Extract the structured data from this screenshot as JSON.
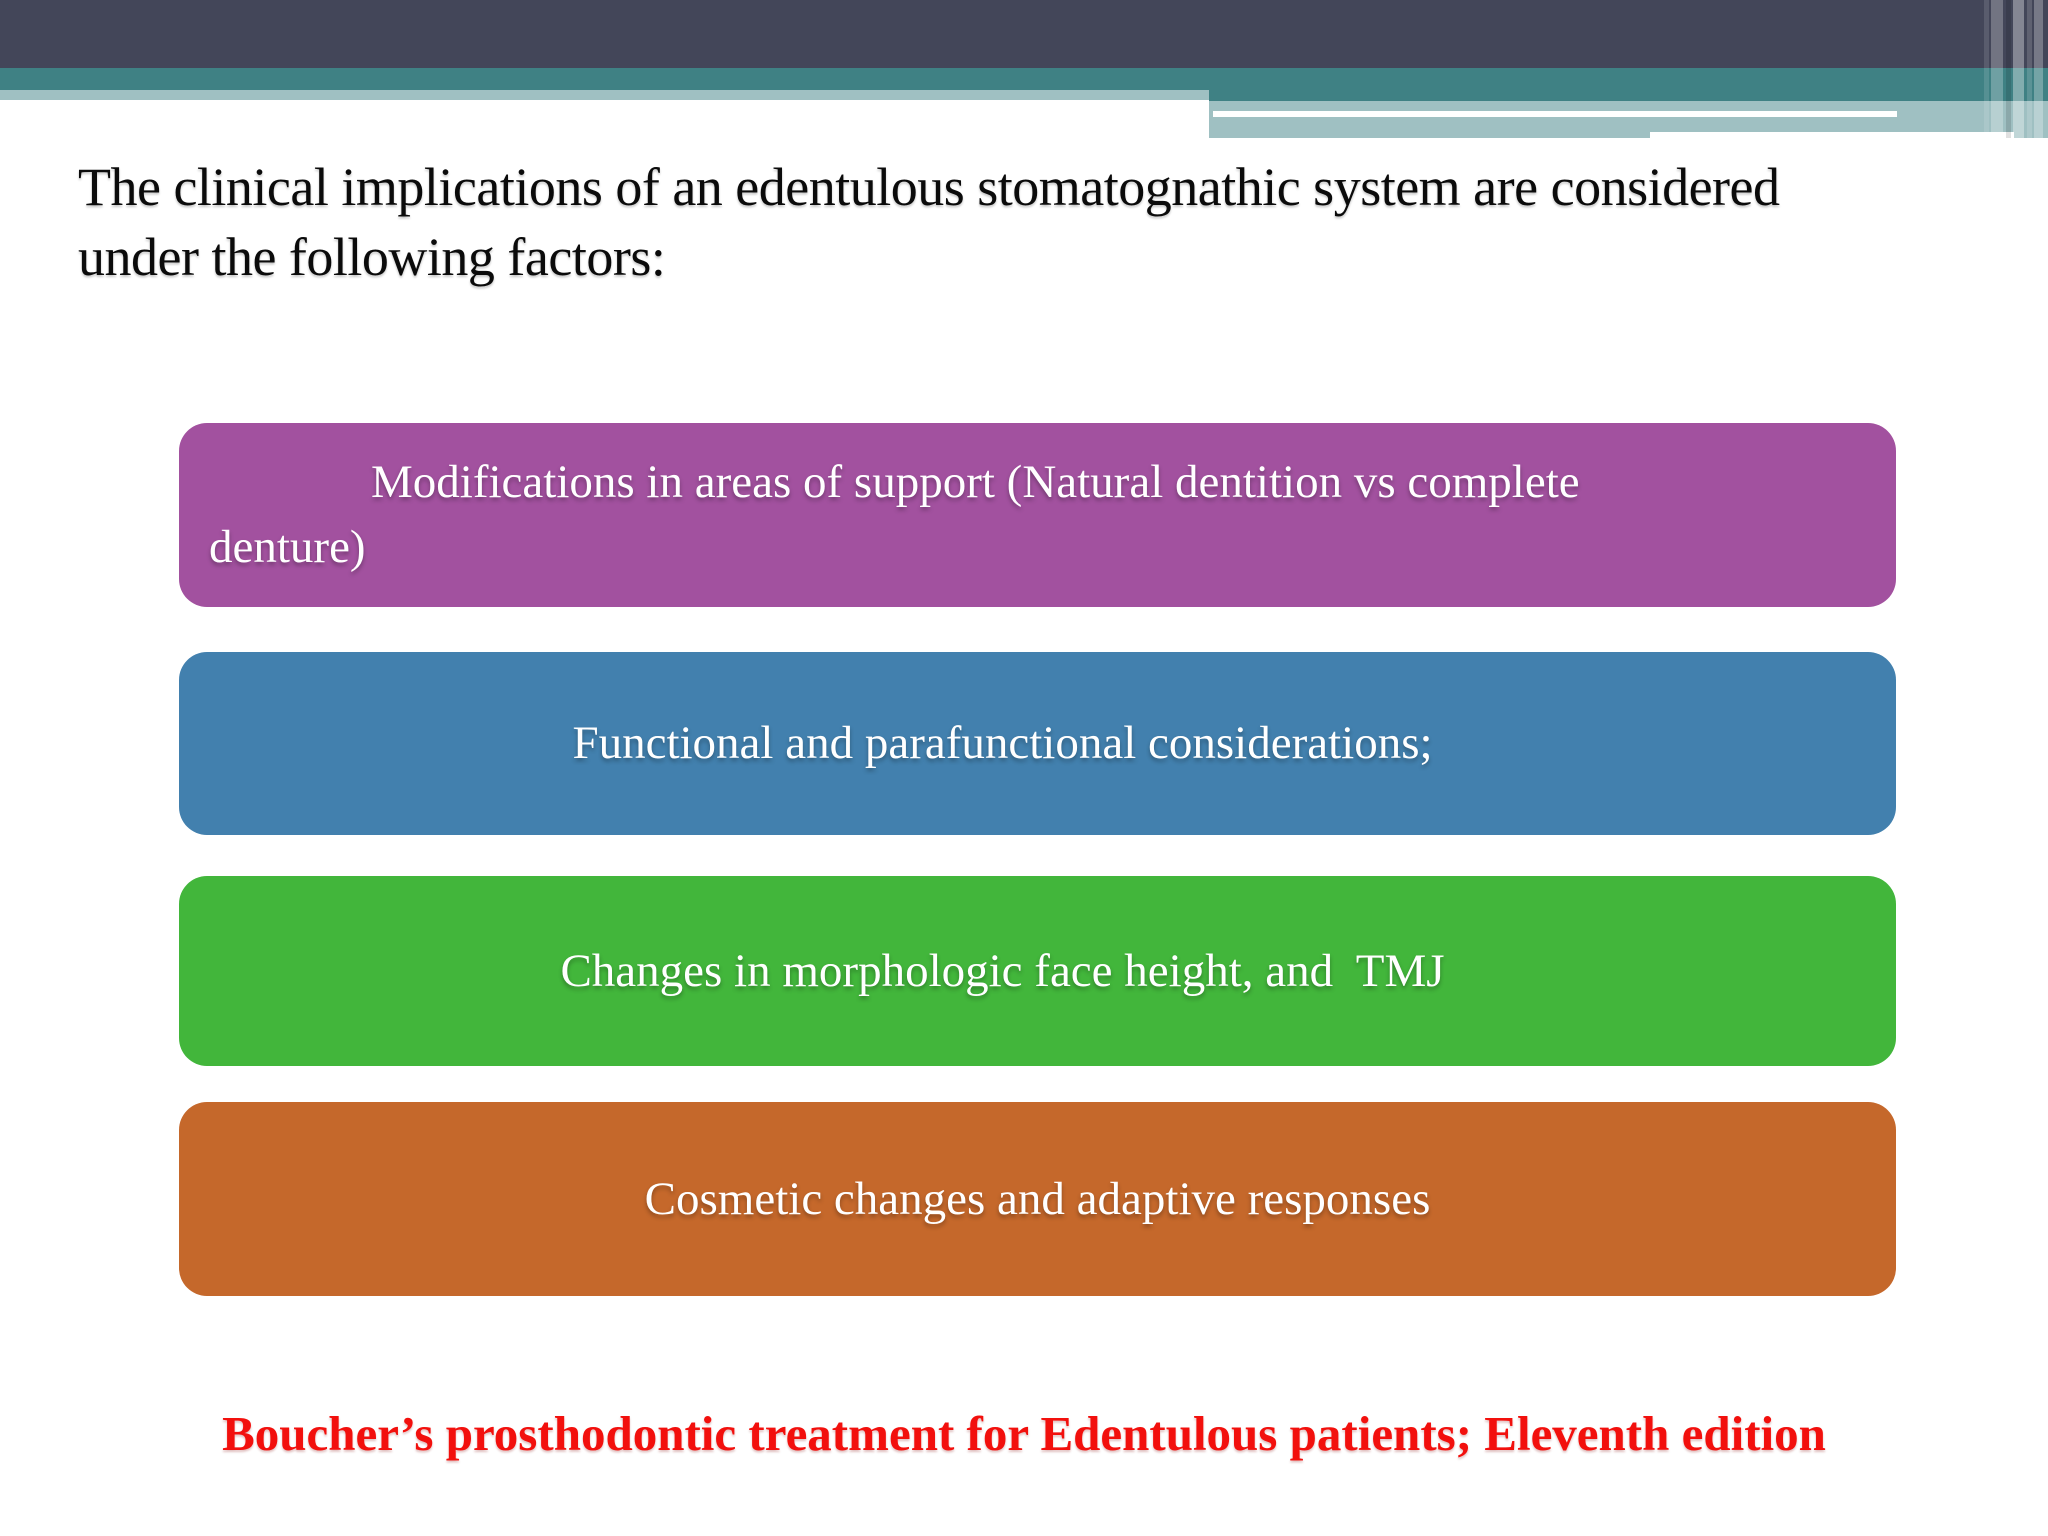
{
  "slide": {
    "title": "The clinical implications of an edentulous stomatognathic system are considered under the following factors:",
    "factors": [
      {
        "label": "Modifications in areas of support (Natural dentition vs complete denture)",
        "color": "#a2519f"
      },
      {
        "label": "Functional and parafunctional considerations;",
        "color": "#4280ae"
      },
      {
        "label": "Changes in morphologic face height, and  TMJ",
        "color": "#42b63b"
      },
      {
        "label": "Cosmetic changes and adaptive responses",
        "color": "#c5682b"
      }
    ],
    "footer": "Boucher’s prosthodontic treatment for Edentulous patients; Eleventh edition",
    "theme": {
      "header_dark": "#434659",
      "header_teal": "#3f8184",
      "header_light_teal": "#9fc0c2",
      "background": "#ffffff",
      "title_color": "#0b0b0b",
      "box_text_color": "#ffffff",
      "footer_color": "#f2100d"
    }
  }
}
